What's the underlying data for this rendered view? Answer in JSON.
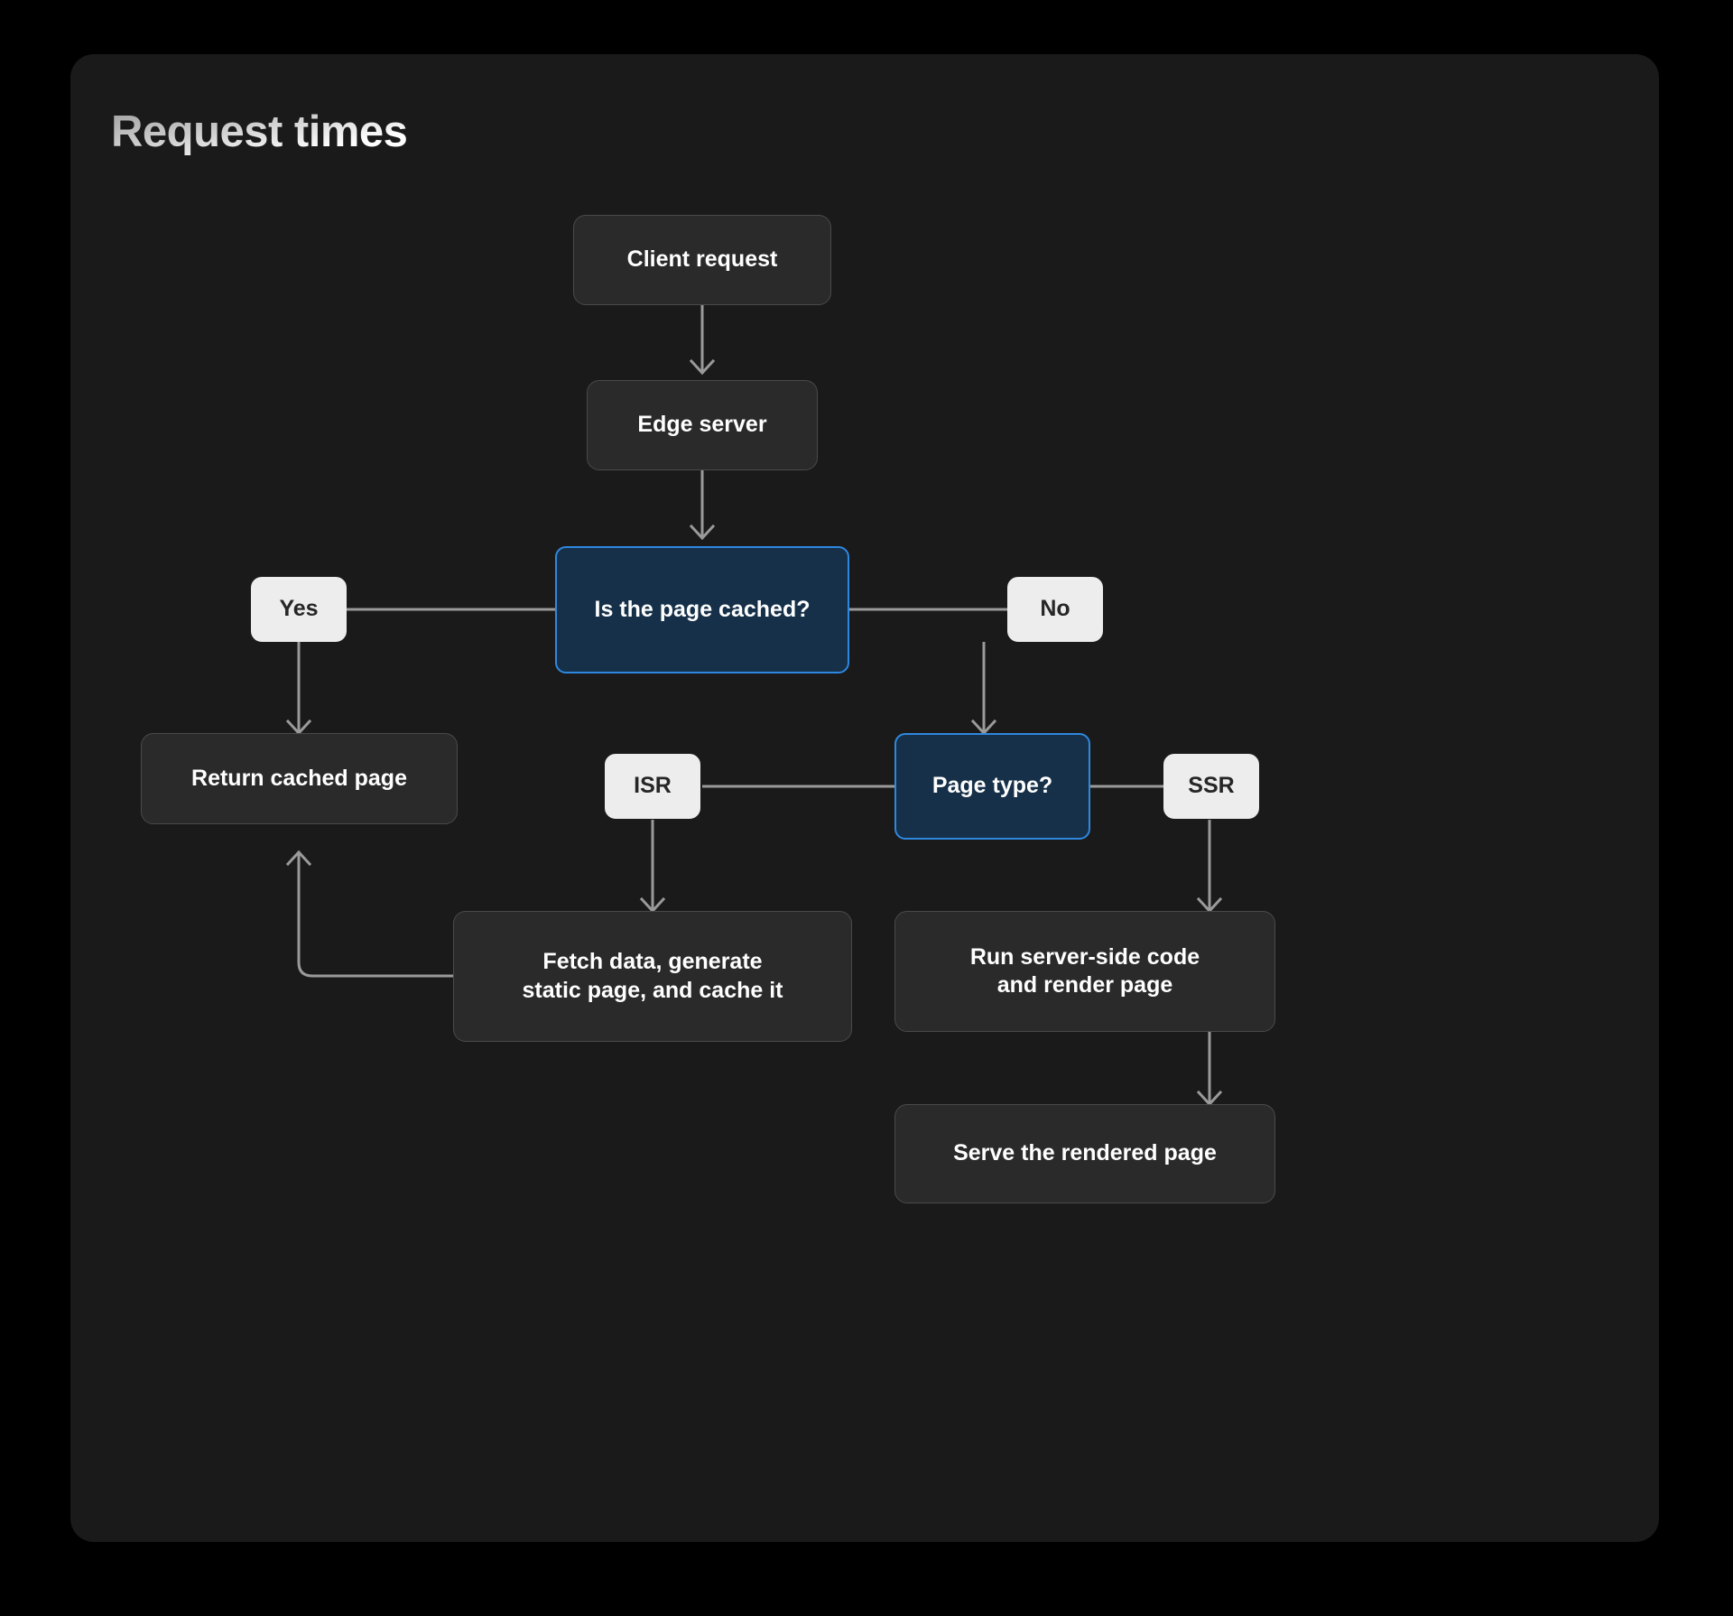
{
  "page": {
    "title": "Request times",
    "background": "#000000",
    "card_background": "#1a1a1a"
  },
  "theme": {
    "process_fill": "#2a2a2a",
    "process_border": "#4a4a4a",
    "decision_fill": "#163049",
    "decision_border": "#2f88e0",
    "label_fill": "#ededed",
    "label_text": "#262626",
    "edge_color": "#9a9a9a",
    "node_text": "#ffffff"
  },
  "chart_data": {
    "type": "diagram",
    "title": "Request times",
    "diagram_kind": "flowchart",
    "direction": "top-to-bottom",
    "nodes": [
      {
        "id": "client",
        "label": "Client request",
        "kind": "process"
      },
      {
        "id": "edge",
        "label": "Edge server",
        "kind": "process"
      },
      {
        "id": "cached",
        "label": "Is the page cached?",
        "kind": "decision",
        "highlighted": true
      },
      {
        "id": "yes",
        "label": "Yes",
        "kind": "label"
      },
      {
        "id": "no",
        "label": "No",
        "kind": "label"
      },
      {
        "id": "return",
        "label": "Return cached page",
        "kind": "process"
      },
      {
        "id": "pagetype",
        "label": "Page type?",
        "kind": "decision",
        "highlighted": true
      },
      {
        "id": "isr",
        "label": "ISR",
        "kind": "label"
      },
      {
        "id": "ssr",
        "label": "SSR",
        "kind": "label"
      },
      {
        "id": "fetch",
        "label": "Fetch data, generate\nstatic page, and cache it",
        "kind": "process",
        "lines": [
          "Fetch data, generate",
          "static page, and cache it"
        ]
      },
      {
        "id": "run",
        "label": "Run server-side code\nand render page",
        "kind": "process",
        "lines": [
          "Run server-side code",
          "and render page"
        ]
      },
      {
        "id": "serve",
        "label": "Serve the rendered page",
        "kind": "process"
      }
    ],
    "edges": [
      {
        "from": "client",
        "to": "edge",
        "arrow": true
      },
      {
        "from": "edge",
        "to": "cached",
        "arrow": true
      },
      {
        "from": "cached",
        "to": "yes",
        "arrow": false
      },
      {
        "from": "cached",
        "to": "no",
        "arrow": false
      },
      {
        "from": "yes",
        "to": "return",
        "arrow": true
      },
      {
        "from": "no",
        "to": "pagetype",
        "arrow": true
      },
      {
        "from": "pagetype",
        "to": "isr",
        "arrow": false
      },
      {
        "from": "pagetype",
        "to": "ssr",
        "arrow": false
      },
      {
        "from": "isr",
        "to": "fetch",
        "arrow": true
      },
      {
        "from": "ssr",
        "to": "run",
        "arrow": true
      },
      {
        "from": "run",
        "to": "serve",
        "arrow": true
      },
      {
        "from": "fetch",
        "to": "return",
        "arrow": true
      }
    ]
  },
  "nodes": {
    "client": {
      "label": "Client request"
    },
    "edge": {
      "label": "Edge server"
    },
    "cached": {
      "label": "Is the page cached?"
    },
    "yes": {
      "label": "Yes"
    },
    "no": {
      "label": "No"
    },
    "return": {
      "label": "Return cached page"
    },
    "pagetype": {
      "label": "Page type?"
    },
    "isr": {
      "label": "ISR"
    },
    "ssr": {
      "label": "SSR"
    },
    "fetch": {
      "line1": "Fetch data, generate",
      "line2": "static page, and cache it"
    },
    "run": {
      "line1": "Run server-side code",
      "line2": "and render page"
    },
    "serve": {
      "label": "Serve the rendered page"
    }
  }
}
